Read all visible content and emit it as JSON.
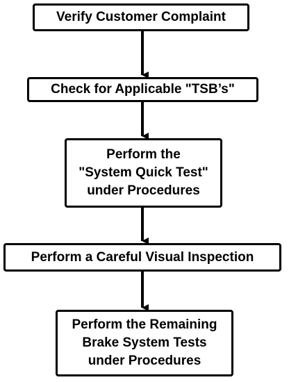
{
  "flowchart": {
    "steps": [
      {
        "lines": [
          "Verify Customer Complaint"
        ]
      },
      {
        "lines": [
          "Check for Applicable \"TSB’s\""
        ]
      },
      {
        "lines": [
          "Perform the",
          "\"System Quick Test\"",
          "under Procedures"
        ]
      },
      {
        "lines": [
          "Perform a Careful Visual Inspection"
        ]
      },
      {
        "lines": [
          "Perform the Remaining",
          "Brake System Tests",
          "under Procedures"
        ]
      }
    ]
  }
}
